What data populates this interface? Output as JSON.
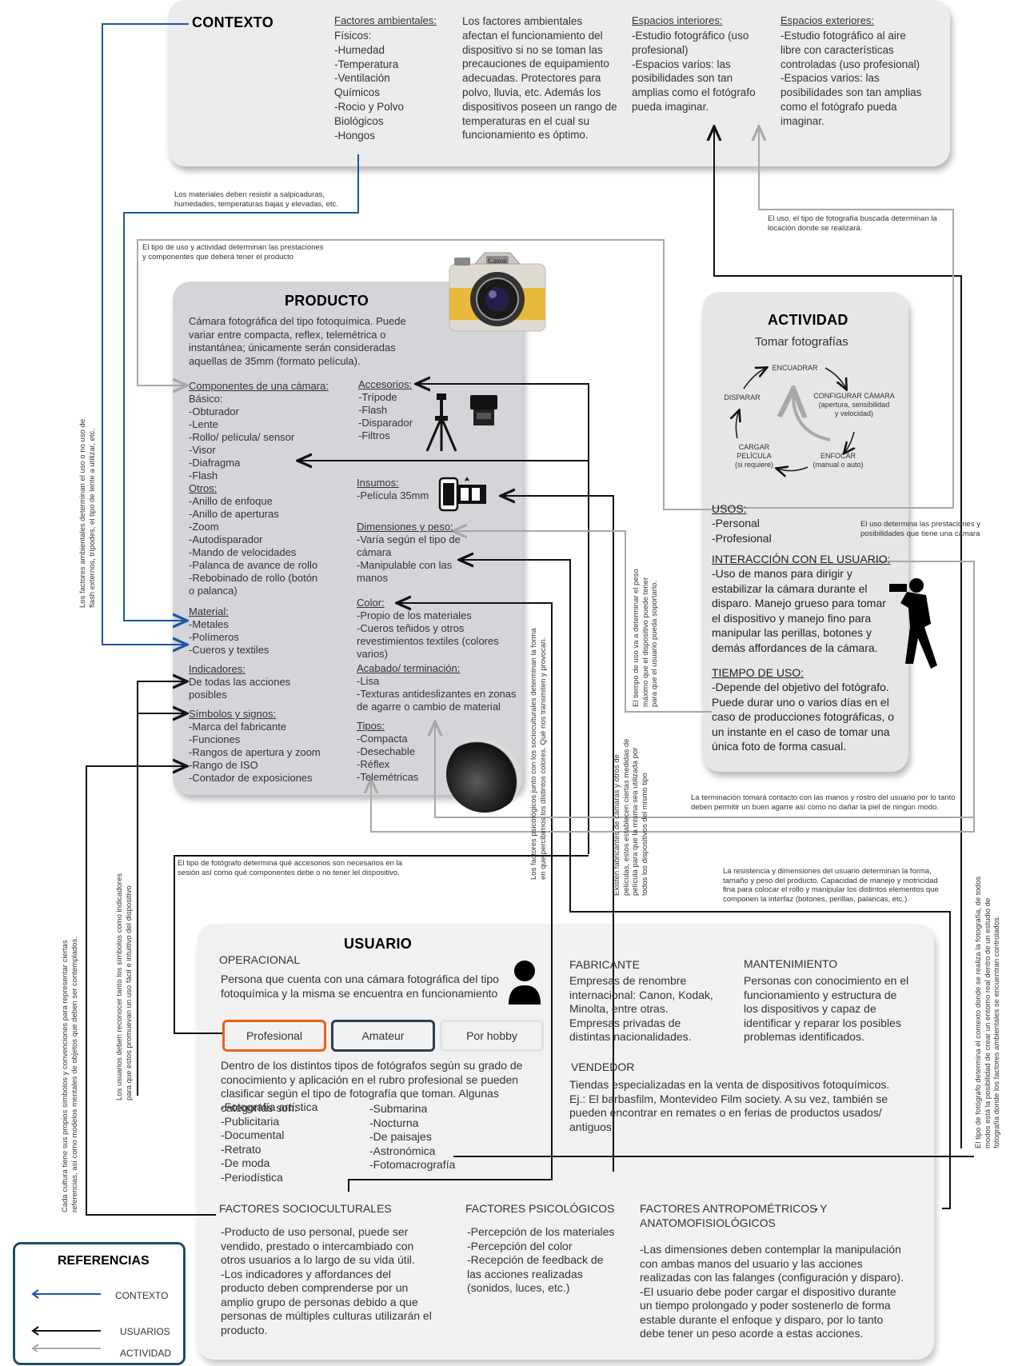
{
  "contexto": {
    "title": "CONTEXTO",
    "factores_heading": "Factores ambientales:",
    "factores_list": "Físicos:\n-Humedad\n-Temperatura\n-Ventilación\nQuímicos\n-Rocio y Polvo\nBiológicos\n-Hongos",
    "factores_desc": "Los factores ambientales afectan el funcionamiento del dispositivo si no se toman las precauciones de equipamiento adecuadas. Protectores para polvo, lluvia, etc. Además los dispositivos poseen un rango de temperaturas en el cual su funcionamiento es óptimo.",
    "interiores_heading": "Espacios interiores:",
    "interiores_text": "-Estudio fotográfico (uso profesional)\n-Espacios varios: las posibilidades son tan amplias como el fotógrafo pueda imaginar.",
    "exteriores_heading": "Espacios exteriores:",
    "exteriores_text": "-Estudio fotográfico al aire libre con características controladas (uso profesional)\n-Espacios varios: las posibilidades son tan amplias como el fotógrafo pueda imaginar."
  },
  "producto": {
    "title": "PRODUCTO",
    "intro": "Cámara fotográfica del tipo fotoquímica. Puede variar entre compacta, reflex, telemétrica o instantánea; únicamente serán consideradas aquellas de 35mm (formato película).",
    "componentes_heading": "Componentes de una cámara:",
    "basico_list": "Básico:\n-Obturador\n-Lente\n-Rollo/ película/ sensor\n-Visor\n-Diafragma\n-Flash",
    "otros_heading": "Otros:",
    "otros_list": "-Anillo de enfoque\n-Anillo de aperturas\n-Zoom\n-Autodisparador\n-Mando de velocidades\n-Palanca de avance de rollo\n-Rebobinado de rollo (botón\no palanca)",
    "material_heading": "Material:",
    "material_list": "-Metales\n-Polímeros\n-Cueros y textiles",
    "indicadores_heading": "Indicadores:",
    "indicadores_text": "De todas las acciones\nposibles",
    "simbolos_heading": "Símbolos y signos:",
    "simbolos_list": "-Marca del fabricante\n-Funciones\n-Rangos de apertura y zoom\n-Rango de ISO\n-Contador de exposiciones",
    "accesorios_heading": "Accesorios:",
    "accesorios_list": "-Trípode\n-Flash\n-Disparador\n-Filtros",
    "insumos_heading": "Insumos:",
    "insumos_list": "-Película 35mm",
    "dimensiones_heading": "Dimensiones y peso:",
    "dimensiones_list": "-Varía según el tipo de\ncámara\n-Manipulable con las\nmanos",
    "color_heading": "Color:",
    "color_list": "-Propio de los materiales\n-Cueros teñidos y otros\nrevestimientos textiles (colores\nvarios)",
    "acabado_heading": "Acabado/ terminación:",
    "acabado_list": "-Lisa\n-Texturas antideslizantes en zonas\nde agarre o cambio de material",
    "tipos_heading": "Tipos:",
    "tipos_list": "-Compacta\n-Desechable\n-Réflex\n-Telemétricas",
    "camera_logo": "Canon"
  },
  "actividad": {
    "title": "ACTIVIDAD",
    "subtitle": "Tomar fotografías",
    "cycle": {
      "encuadrar": "ENCUADRAR",
      "configurar": "CONFIGURAR CÁMARA\n(apertura, sensibilidad\ny velocidad)",
      "enfocar": "ENFOCAR\n(manual o auto)",
      "cargar": "CARGAR\nPELÍCULA\n(si requiere)",
      "disparar": "DISPARAR"
    },
    "usos_heading": "USOS:",
    "usos_list": "-Personal\n-Profesional",
    "interaccion_heading": "INTERACCIÓN CON EL USUARIO:",
    "interaccion_text": "-Uso de manos para dirigir y estabilizar la cámara durante el disparo. Manejo grueso para tomar el dispositivo y manejo fino para manipular las perillas, botones y demás affordances de la cámara.",
    "tiempo_heading": "TIEMPO DE USO:",
    "tiempo_text": "-Depende del objetivo del fotógrafo. Puede durar uno o varios días en el caso de producciones fotográficas, o un instante en el caso de tomar una única foto de forma casual."
  },
  "usuario": {
    "title": "USUARIO",
    "operacional_heading": "OPERACIONAL",
    "operacional_text": "Persona que cuenta con una cámara fotográfica del tipo fotoquímica y la misma se encuentra en funcionamiento",
    "pills": [
      "Profesional",
      "Amateur",
      "Por hobby"
    ],
    "pill_colors": [
      "#e8621a",
      "#2d3f52",
      "#dde3ea"
    ],
    "categorias_intro": "Dentro de los distintos tipos de fotógrafos según su grado de conocimiento y aplicación en el rubro profesional se pueden clasificar según el tipo de fotografía que toman. Algunas categorías son:",
    "categorias_col1": "-Fotografía artística\n-Publicitaria\n-Documental\n-Retrato\n-De moda\n-Periodística",
    "categorias_col2": "-Submarina\n-Nocturna\n-De paisajes\n-Astronómica\n-Fotomacrografía",
    "fabricante_heading": "FABRICANTE",
    "fabricante_text": "Empresas de renombre internacional: Canon, Kodak, Minolta, entre otras.\nEmpresas privadas de distintas nacionalidades.",
    "mantenimiento_heading": "MANTENIMIENTO",
    "mantenimiento_text": "Personas con conocimiento en el funcionamiento y estructura de los dispositivos y capaz de identificar y reparar los posibles problemas identificados.",
    "vendedor_heading": "VENDEDOR",
    "vendedor_text": "Tiendas especializadas en la venta de dispositivos fotoquímicos.\nEj.: El barbasfilm, Montevideo Film society. A su vez, también se pueden encontrar en remates o en ferias de productos usados/ antiguos.",
    "socioculturales_heading": "FACTORES SOCIOCULTURALES",
    "socioculturales_text": "-Producto de uso personal, puede ser vendido, prestado o intercambiado con otros usuarios a lo largo de su vida útil.\n-Los indicadores y affordances del producto deben comprenderse por un amplio grupo de personas debido a que personas de múltiples culturas utilizarán el producto.",
    "psicologicos_heading": "FACTORES PSICOLÓGICOS",
    "psicologicos_text": "-Percepción de los materiales\n-Percepción del color\n-Recepción de feedback de las acciones realizadas (sonidos, luces, etc.)",
    "antropometricos_heading": "FACTORES ANTROPOMÉTRICOS Y\nANATOMOFISIOLÓGICOS",
    "antropometricos_text": "-Las dimensiones deben contemplar la manipulación con ambas manos  del usuario y las acciones realizadas con las falanges (configuración y disparo).\n-El usuario debe poder cargar el dispositivo durante un tiempo prolongado y poder sostenerlo de forma estable durante el enfoque y disparo, por lo tanto debe tener un peso acorde a estas acciones."
  },
  "annotations": {
    "materiales": "Los materiales deben resistir a salpicaduras,\nhumedades, temperaturas bajas y elevadas, etc.",
    "tipo_uso": "El tipo de uso y actividad determinan las prestaciones\ny componentes que deberá tener el producto",
    "uso_locacion": "El uso, el tipo de fotografía buscada determinan la\nlocación donde se realizará.",
    "uso_prestaciones": "El uso determina las prestaciones y\nposibilidades que tiene una cámara",
    "terminacion": "La terminación tomará contacto con las manos y rostro del usuario por lo tanto\ndeben permitir un buen agarre así como no dañar la piel de ningún modo.",
    "tipo_fotografo": "El tipo de fotógrafo determina qué accesorios son necesarios en la\nsesión así como qué componentes debe o no tener lel dispositivo.",
    "resistencia": "La resistencia y dimensiones del usuario determinan la forma,\ntamaño y peso del producto. Capacidad de manejo y motricidad\nfina para colocar el rollo y manipular los distintos elementos que\ncomponen la interfaz (botones, perillas, palancas, etc.).",
    "factores_ambientales_vert": "Los factores ambientales determinan el uso o no uso de\nflash externos, trípodes, el tipo de lente a utilizar, etc.",
    "cada_cultura_vert": "Cada cultura tiene sus propios símbolos y convenciones para representar ciertas\nreferencias, así como modelos mentales de objetos que deben ser contemplados.",
    "usuarios_deben_vert": "Los usuarios deben reconocer tanto los símbolos como indicadores\npara que estos promuevan un uso fácil e intuitivo del dispositivo",
    "psicologicos_vert": "Los factores psicológicos junto con los socioculturales determinan la forma\nen que percibimos los distintos colores. Qué nos transmiten y provocan.",
    "fabricantes_vert": "Existen fabricantes de cámaras y otros de\npelículas, estos establecen ciertas medidas de\npelícula para que la misma sea utilizada por\ntodos los dispositivos del mismo tipo",
    "tiempo_vert": "El tiempo de uso va a determinar el peso\nmáximo que el dispositivo puede tener\npara que el usuario pueda soportarlo.",
    "tipo_fotografo_vert": "El tipo de fotógrafo determina el contexto donde se realiza la fotografía, de todos\nmodos está la posibilidad de crear un entorno real dentro de un estudio de\nfotografía donde los factores ambientales se encuentran controlados."
  },
  "referencias": {
    "title": "REFERENCIAS",
    "items": [
      "CONTEXTO",
      "USUARIOS",
      "ACTIVIDAD"
    ],
    "colors": [
      "#1d56a6",
      "#111111",
      "#a8a8a8"
    ]
  }
}
